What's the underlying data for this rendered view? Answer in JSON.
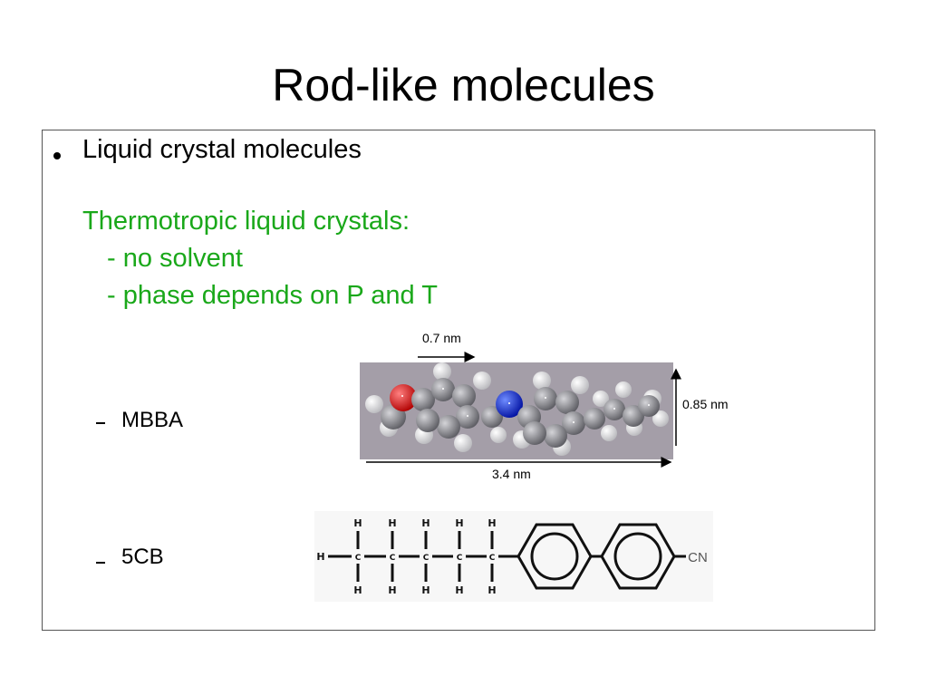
{
  "slide": {
    "title": "Rod-like molecules",
    "bullet_main": "Liquid crystal molecules",
    "sub_heading": "Thermotropic liquid crystals:",
    "sub_items": [
      "- no solvent",
      "- phase depends on P and T"
    ],
    "molecules": [
      {
        "label": "MBBA"
      },
      {
        "label": "5CB"
      }
    ]
  },
  "dimensions": {
    "width_small": "0.7 nm",
    "height": "0.85 nm",
    "length": "3.4 nm"
  },
  "structure_5cb": {
    "h_label": "H",
    "c_label": "C",
    "cn_label": "CN"
  },
  "colors": {
    "green_text": "#1aa81a",
    "atom_oxygen": "#e01010",
    "atom_nitrogen": "#1030e0",
    "atom_carbon": "#8a8a8e",
    "atom_hydrogen": "#f2f2f2",
    "model_background": "#a49ea8"
  }
}
